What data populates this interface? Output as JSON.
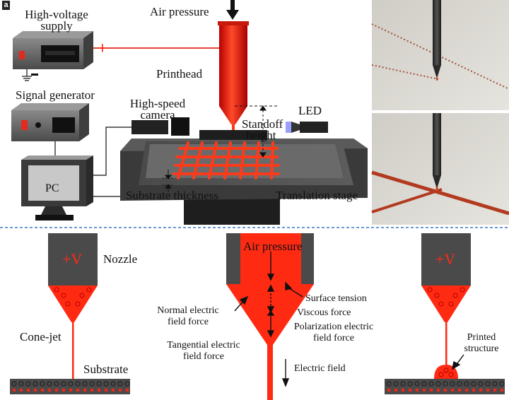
{
  "panel_label": "a",
  "top": {
    "air_pressure": "Air pressure",
    "high_voltage_supply_line1": "High-voltage",
    "high_voltage_supply_line2": "supply",
    "plus_sign": "+",
    "signal_generator": "Signal generator",
    "printhead": "Printhead",
    "high_speed_camera_line1": "High-speed",
    "high_speed_camera_line2": "camera",
    "led": "LED",
    "standoff_height_line1": "Standoff",
    "standoff_height_line2": "height",
    "pc": "PC",
    "substrate_thickness": "Substrate thickness",
    "translation_stage": "Translation stage"
  },
  "bottom": {
    "left": {
      "voltage": "+V",
      "nozzle": "Nozzle",
      "cone_jet": "Cone-jet",
      "substrate": "Substrate"
    },
    "center": {
      "air_pressure": "Air pressure",
      "surface_tension": "Surface tension",
      "normal_force_line1": "Normal electric",
      "normal_force_line2": "field force",
      "viscous_force": "Viscous force",
      "polarization_line1": "Polarization electric",
      "polarization_line2": "field force",
      "tangential_line1": "Tangential electric",
      "tangential_line2": "field force",
      "electric_field": "Electric field"
    },
    "right": {
      "voltage": "+V",
      "printed_line1": "Printed",
      "printed_line2": "structure"
    }
  },
  "colors": {
    "ink": "#ff2a12",
    "nozzle_dark": "#4a4a4a",
    "divider": "#3a78c8",
    "device_body": "#5a5a5a"
  }
}
